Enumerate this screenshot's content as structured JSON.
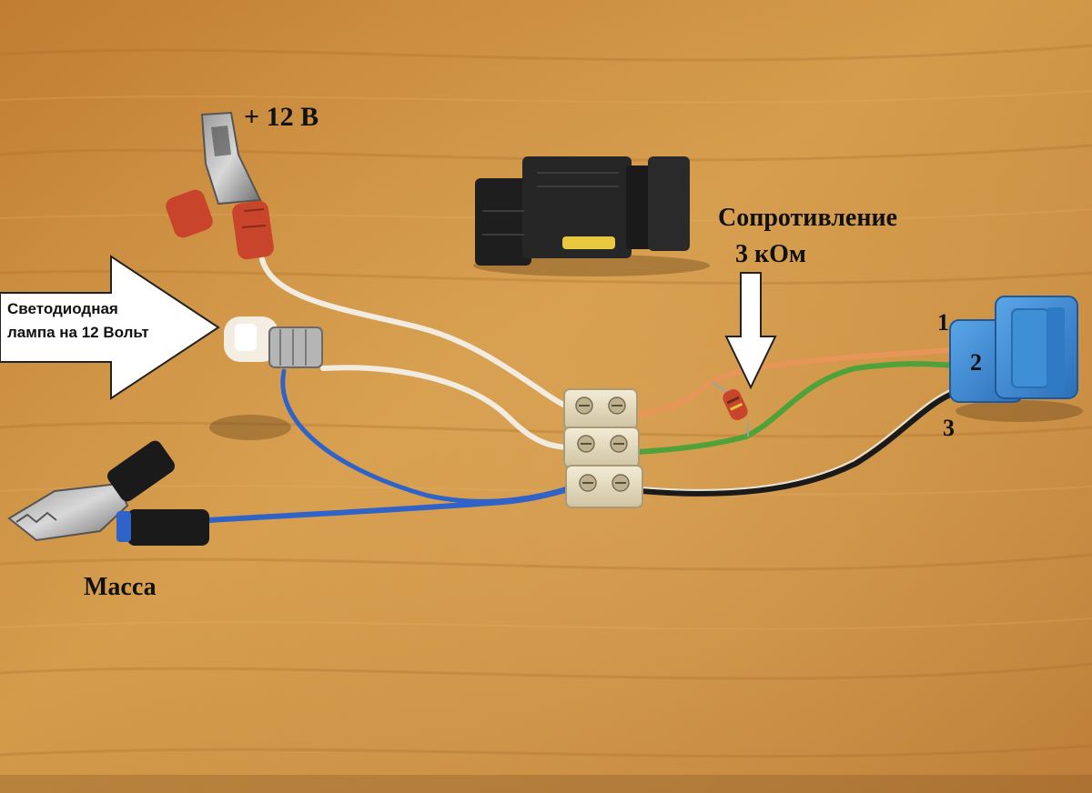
{
  "labels": {
    "plus_12v": "+ 12 В",
    "resistance_line1": "Сопротивление",
    "resistance_line2": "3 кОм",
    "led_line1": "Светодиодная",
    "led_line2": "лампа на 12 Вольт",
    "mass": "Масса",
    "pin_1": "1",
    "pin_2": "2",
    "pin_3": "3"
  },
  "colors": {
    "table_wood": "#c98a3a",
    "wire_white": "#f2ece0",
    "wire_blue": "#2f63c8",
    "wire_orange": "#e8955a",
    "wire_green": "#4fa23a",
    "wire_black": "#1a1a1a",
    "connector_blue": "#3f8fd6",
    "clip_red": "#c8442a",
    "terminal_block": "#e8dfc4",
    "sensor_black": "#1e1e1e",
    "sensor_yellow": "#e8c840"
  }
}
